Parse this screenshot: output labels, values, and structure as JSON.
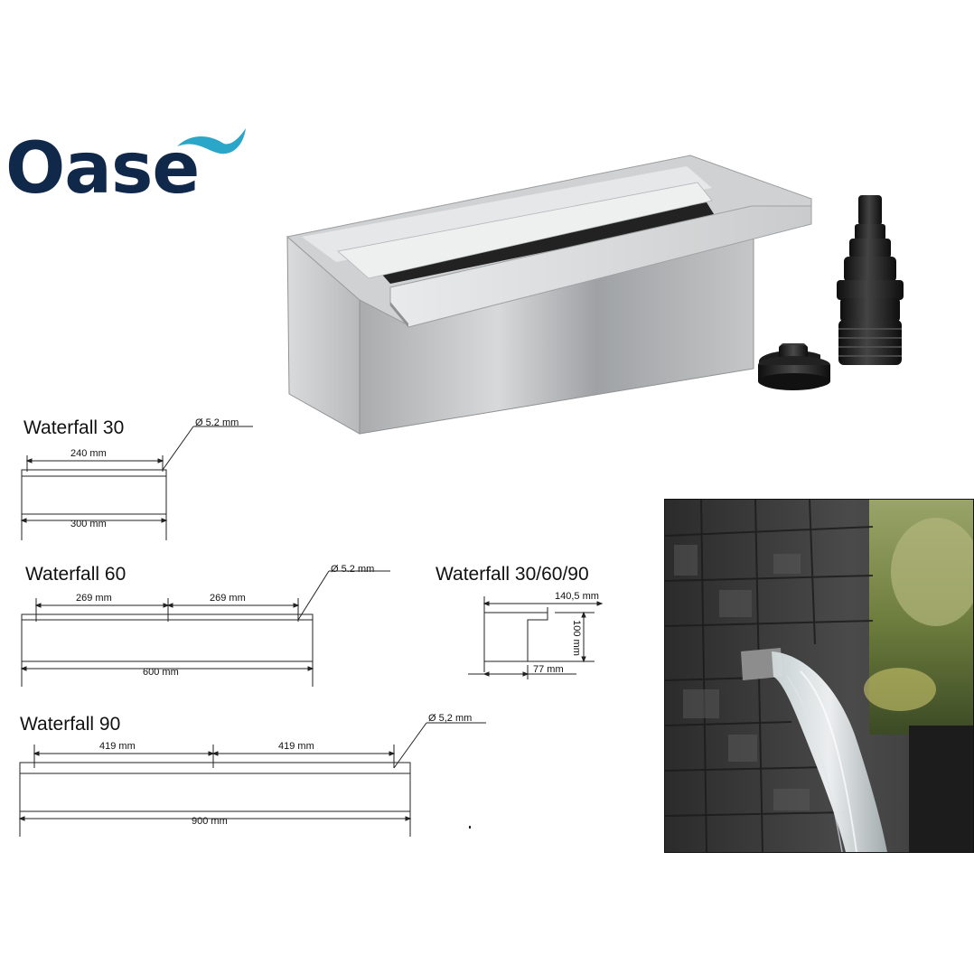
{
  "brand": {
    "name": "Oase",
    "color": "#10284a",
    "wave_color": "#2aa6c8"
  },
  "product_image": {
    "name": "stainless steel waterfall spillway with hose adapter and cap"
  },
  "photo": {
    "name": "waterfall on slate stone wall"
  },
  "diagrams": {
    "wf30": {
      "title": "Waterfall 30",
      "top_dim": "240 mm",
      "bottom_dim": "300 mm",
      "hole": "Ø 5.2 mm"
    },
    "wf60": {
      "title": "Waterfall 60",
      "left_dim": "269 mm",
      "right_dim": "269 mm",
      "bottom_dim": "600 mm",
      "hole": "Ø 5.2 mm"
    },
    "wf90": {
      "title": "Waterfall 90",
      "left_dim": "419 mm",
      "right_dim": "419 mm",
      "bottom_dim": "900 mm",
      "hole": "Ø 5,2 mm"
    },
    "profile": {
      "title": "Waterfall 30/60/90",
      "width_dim": "140,5 mm",
      "height_dim": "100 mm",
      "depth_dim": "77 mm"
    }
  }
}
